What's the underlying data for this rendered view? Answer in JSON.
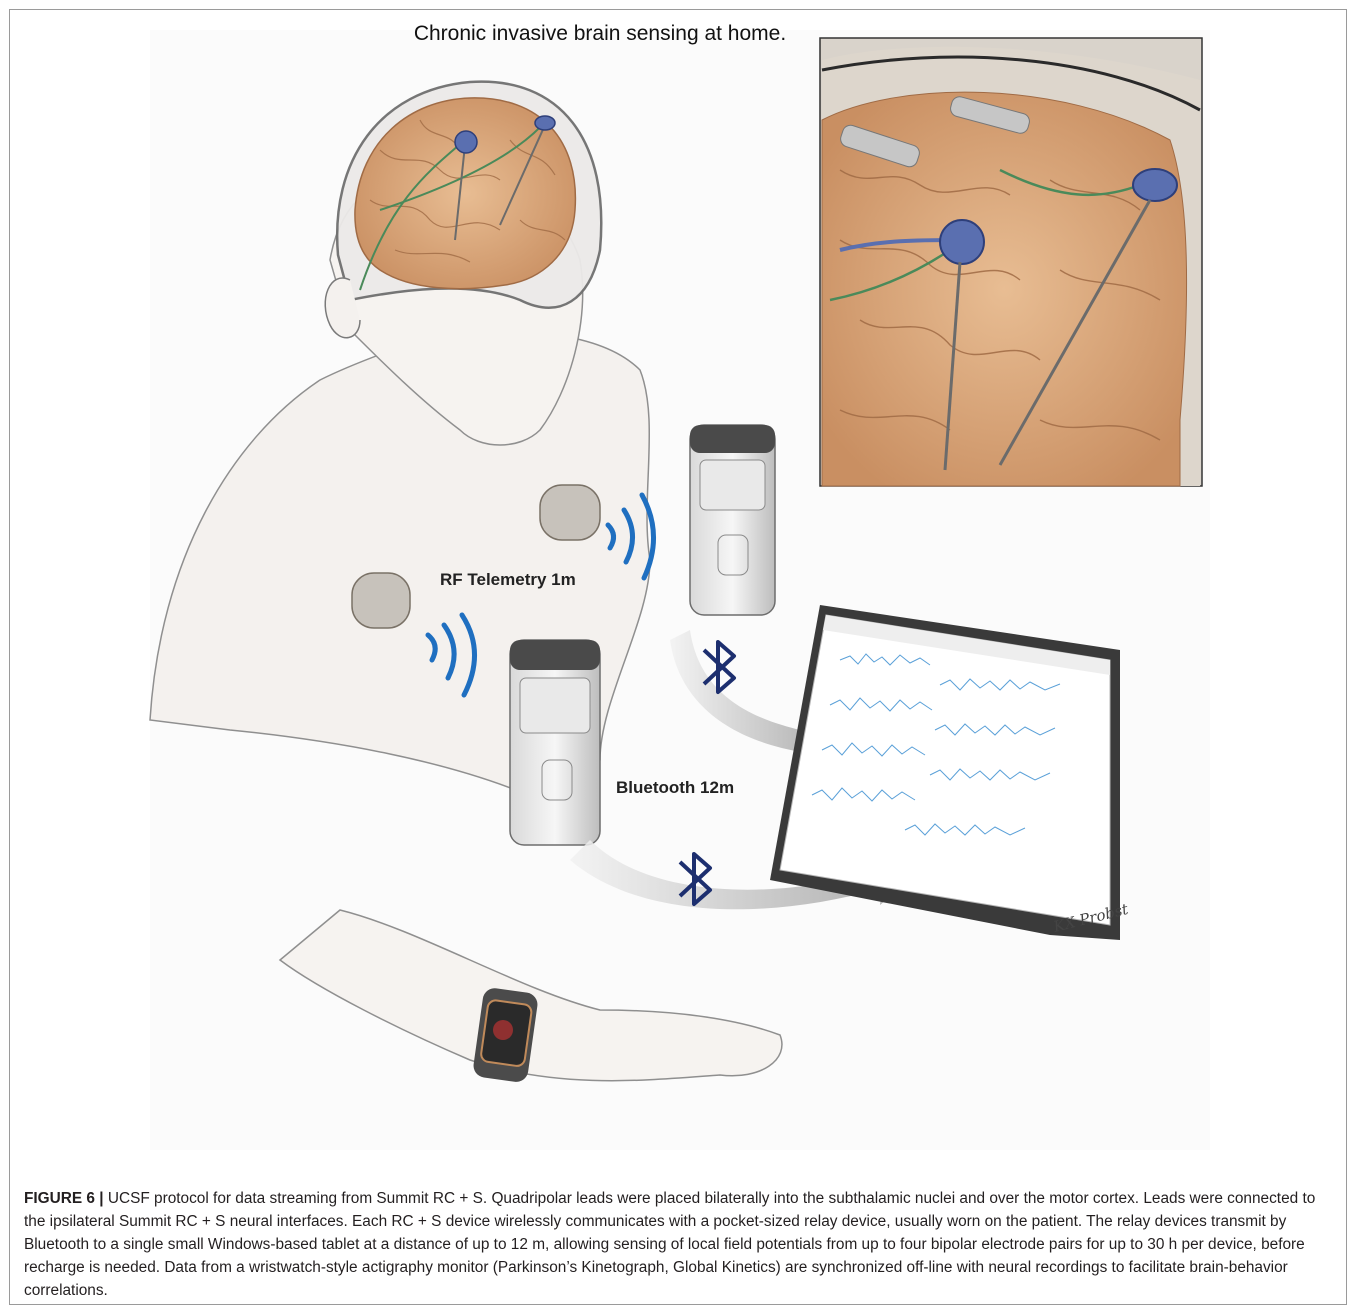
{
  "figure": {
    "title": "Chronic invasive brain sensing at home.",
    "label_rf": "RF Telemetry 1m",
    "label_bluetooth": "Bluetooth 12m",
    "signature": "KX Probst"
  },
  "caption": {
    "label": "FIGURE 6 |",
    "text": " UCSF protocol for data streaming from Summit RC + S. Quadripolar leads were placed bilaterally into the subthalamic nuclei and over the motor cortex. Leads were connected to the ipsilateral Summit RC + S neural interfaces. Each RC + S device wirelessly communicates with a pocket-sized relay device, usually worn on the patient. The relay devices transmit by Bluetooth to a single small Windows-based tablet at a distance of up to 12 m, allowing sensing of local field potentials from up to four bipolar electrode pairs for up to 30 h per device, before recharge is needed. Data from a wristwatch-style actigraphy monitor (Parkinson’s Kinetograph, Global Kinetics) are synchronized off-line with neural recordings to facilitate brain-behavior correlations."
  },
  "colors": {
    "wave_blue": "#1f6fc0",
    "bluetooth_navy": "#1d2f6f",
    "brain": "#d9a77a",
    "signal": "#5aa0d8"
  }
}
